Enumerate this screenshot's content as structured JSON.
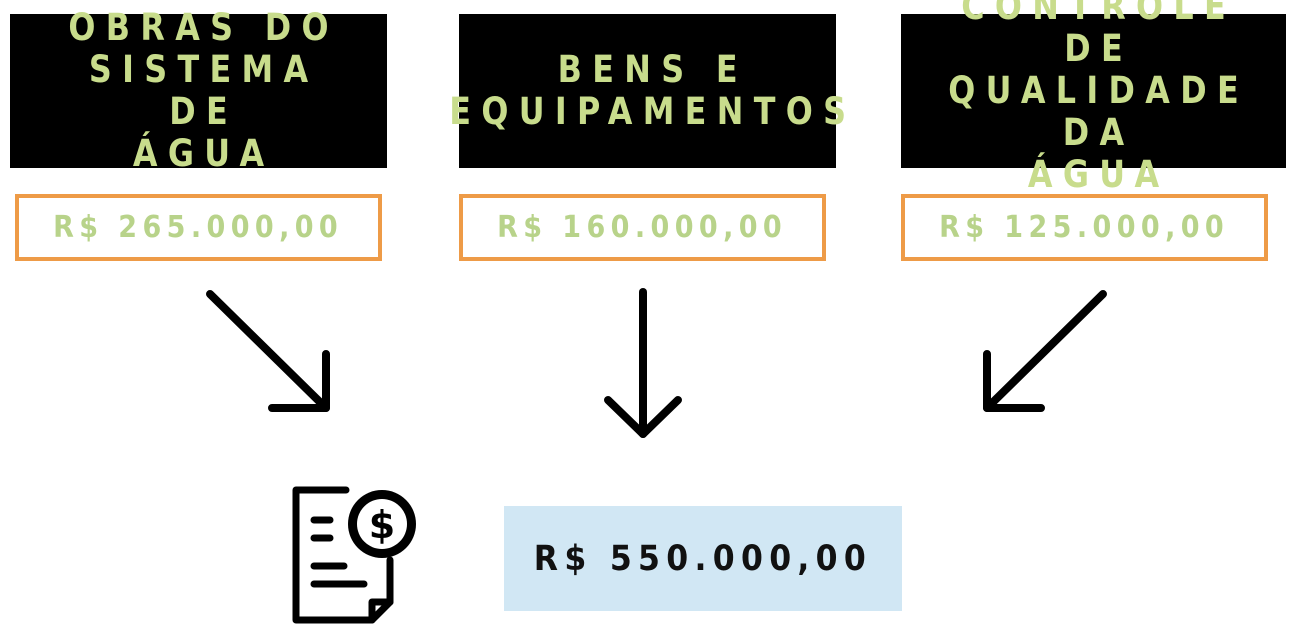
{
  "categories": [
    {
      "title": "OBRAS DO\nSISTEMA DE\nÁGUA",
      "amount": "R$ 265.000,00"
    },
    {
      "title": "BENS E\nEQUIPAMENTOS",
      "amount": "R$ 160.000,00"
    },
    {
      "title": "CONTROLE DE\nQUALIDADE DA\nÁGUA",
      "amount": "R$ 125.000,00"
    }
  ],
  "total": {
    "amount": "R$ 550.000,00"
  },
  "colors": {
    "category_bg": "#000000",
    "category_text": "#c8dc8c",
    "amount_border": "#ee9b47",
    "amount_text": "#b8d38a",
    "total_bg": "#d1e7f4",
    "total_text": "#111111"
  },
  "icons": {
    "invoice": "invoice-dollar-icon",
    "arrows": [
      "arrow-down-right-icon",
      "arrow-down-icon",
      "arrow-down-left-icon"
    ]
  }
}
